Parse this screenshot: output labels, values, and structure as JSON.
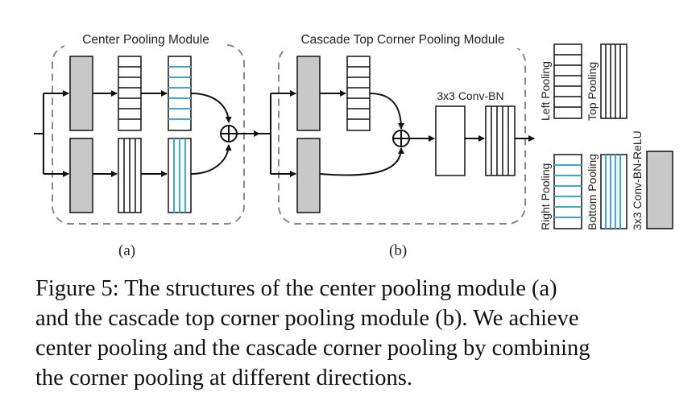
{
  "figure": {
    "module_a_title": "Center Pooling Module",
    "module_b_title": "Cascade Top Corner Pooling Module",
    "conv_bn_label": "3x3 Conv-BN",
    "sublabel_a": "(a)",
    "sublabel_b": "(b)",
    "legend": {
      "left_pooling": "Left Pooling",
      "top_pooling": "Top Pooling",
      "right_pooling": "Right Pooling",
      "bottom_pooling": "Bottom Pooling",
      "conv_bn_relu": "3x3 Conv-BN-ReLU"
    },
    "colors": {
      "gray_block": "#c8c8c8",
      "pool_lines": "#222222",
      "highlight_lines": "#3aa9dc",
      "dashed_border": "#888888"
    }
  },
  "caption": {
    "lines": [
      "Figure 5:  The structures of the center pooling module (a)",
      "and the cascade top corner pooling module (b). We achieve",
      "center pooling and the cascade corner pooling by combining",
      "the corner pooling at different directions."
    ]
  }
}
